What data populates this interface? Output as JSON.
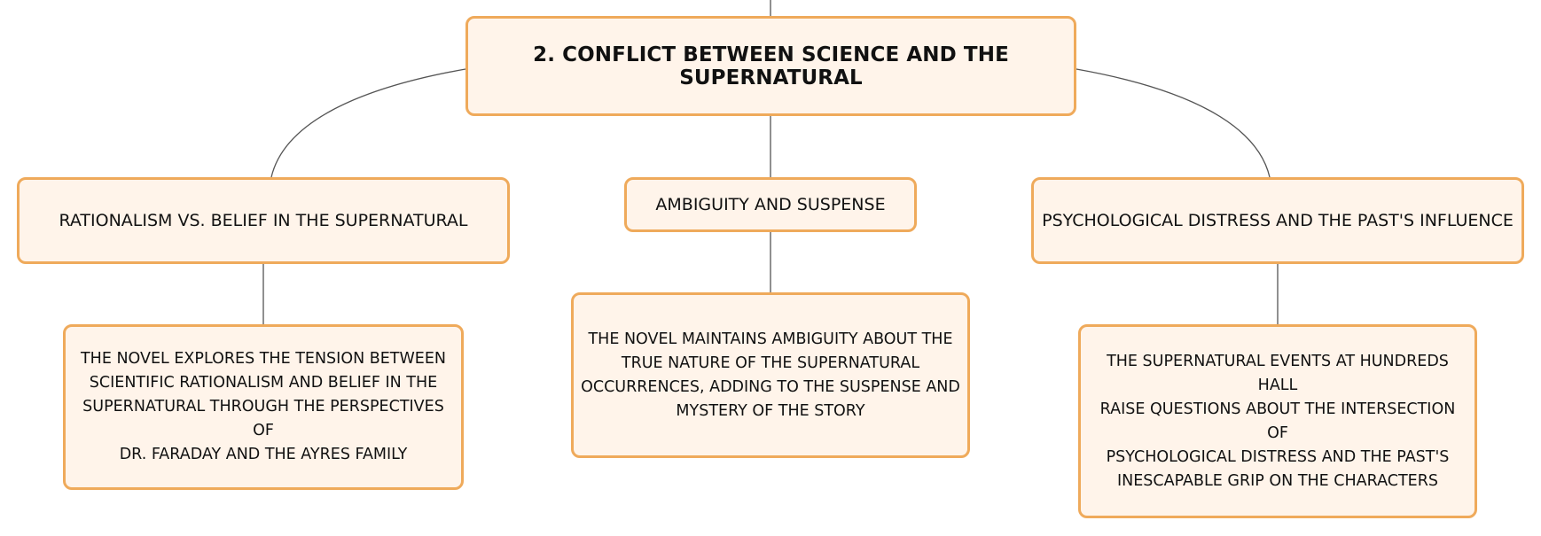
{
  "diagram": {
    "root": {
      "label": "2. CONFLICT BETWEEN SCIENCE AND THE SUPERNATURAL"
    },
    "branches": [
      {
        "label": "RATIONALISM VS. BELIEF IN THE SUPERNATURAL",
        "detail": "THE NOVEL EXPLORES THE TENSION BETWEEN\nSCIENTIFIC RATIONALISM AND BELIEF IN THE\nSUPERNATURAL THROUGH THE PERSPECTIVES OF\nDR. FARADAY AND THE AYRES FAMILY"
      },
      {
        "label": "AMBIGUITY AND SUSPENSE",
        "detail": "THE NOVEL MAINTAINS AMBIGUITY ABOUT THE\nTRUE NATURE OF THE SUPERNATURAL\nOCCURRENCES, ADDING TO THE SUSPENSE AND\nMYSTERY OF THE STORY"
      },
      {
        "label": "PSYCHOLOGICAL DISTRESS AND THE PAST'S INFLUENCE",
        "detail": "THE SUPERNATURAL EVENTS AT HUNDREDS HALL\nRAISE QUESTIONS ABOUT THE INTERSECTION OF\nPSYCHOLOGICAL DISTRESS AND THE PAST'S\nINESCAPABLE GRIP ON THE CHARACTERS"
      }
    ]
  },
  "colors": {
    "node_fill": "#fff4ea",
    "node_border": "#efaa5b",
    "connector": "#555555",
    "text": "#111111"
  }
}
